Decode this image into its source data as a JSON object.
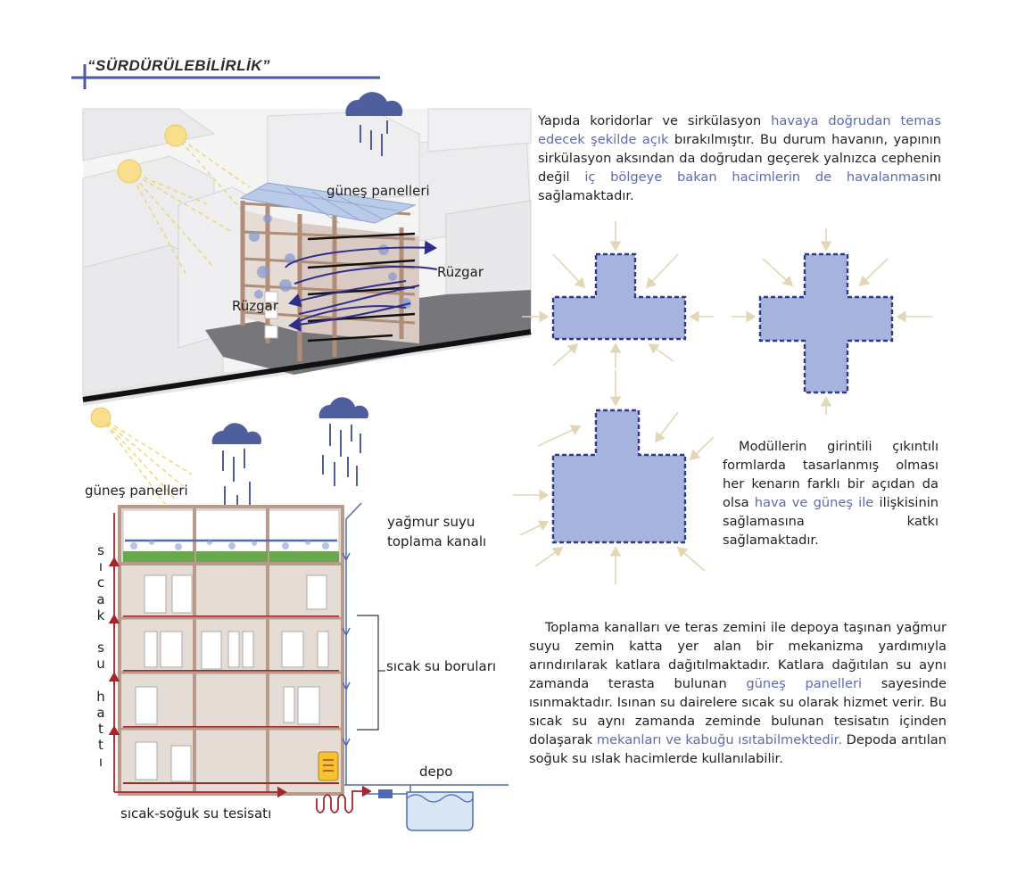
{
  "title": "“SÜRDÜRÜLEBİLİRLİK”",
  "top_diagram": {
    "solar_label": "güneş panelleri",
    "wind_label_right": "Rüzgar",
    "wind_label_left": "Rüzgar"
  },
  "paragraph1": {
    "p1": "Yapıda koridorlar ve sirkülasyon ",
    "h1": "havaya doğrudan temas edecek şekilde açık",
    "p2": " bırakılmıştır. Bu durum havanın, yapının sirkülasyon aksından da doğrudan geçerek yalnızca cephenin değil ",
    "h2": "iç bölgeye bakan hacimlerin de havalanması",
    "p3": "nı sağlamaktadır."
  },
  "paragraph2": {
    "p1": "Modüllerin girintili çıkıntılı formlarda tasarlanmış olması her kenarın farklı bir açıdan da olsa ",
    "h1": "hava ve güneş ile",
    "p2": " ilişkisinin sağlamasına katkı sağlamaktadır."
  },
  "paragraph3": {
    "p1": "Toplama kanalları ve teras zemini ile depoya taşınan yağmur suyu zemin katta yer alan bir mekanizma yardımıyla arındırılarak katlara dağıtılmaktadır. Katlara dağıtılan su aynı zamanda terasta bulunan ",
    "h1": "güneş panelleri",
    "p2": " sayesinde ısınmaktadır. Isınan su dairelere sıcak su olarak hizmet verir. Bu sıcak su aynı zamanda zeminde bulunan tesisatın içinden dolaşarak ",
    "h2": "mekanları ve kabuğu ısıtabilmektedir.",
    "p3": " Depoda arıtılan soğuk su ıslak hacimlerde kullanılabilir."
  },
  "section_diagram": {
    "solar_label": "güneş panelleri",
    "gutter_label_1": "yağmur suyu",
    "gutter_label_2": "toplama kanalı",
    "hot_pipes_label": "sıcak su boruları",
    "hot_line_letters": [
      "s",
      "ı",
      "c",
      "a",
      "k",
      "",
      "s",
      "u",
      "",
      "h",
      "a",
      "t",
      "t",
      "ı"
    ],
    "system_label": "sıcak-soğuk su tesisatı",
    "tank_label": "depo"
  },
  "colors": {
    "accent_blue": "#5e6bb0",
    "module_fill": "#a6b3dd",
    "module_border": "#2e3a86",
    "arrow_beige": "#e2d6b5",
    "pipe_red": "#a3262a",
    "wall_brown": "#b89b8b",
    "cloud": "#4f5e9c"
  }
}
